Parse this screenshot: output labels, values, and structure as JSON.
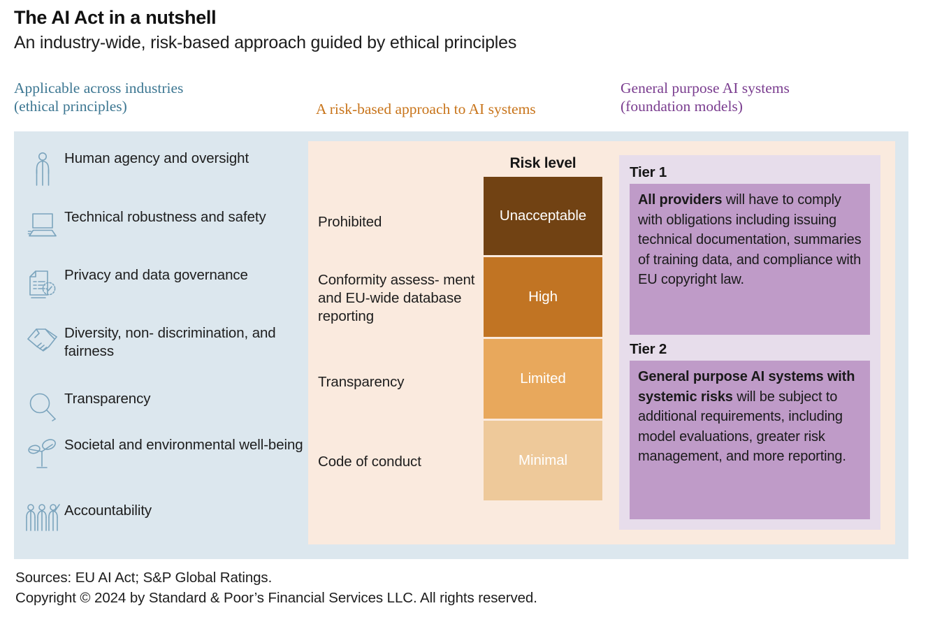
{
  "header": {
    "title": "The AI Act in a nutshell",
    "subtitle": "An industry-wide, risk-based approach guided by ethical principles"
  },
  "captions": {
    "ethics": "Applicable across industries\n(ethical principles)",
    "ethics_color": "#3d7792",
    "risk": "A risk-based approach to AI systems",
    "risk_color": "#c8741a",
    "gpai": "General purpose AI systems\n(foundation models)",
    "gpai_color": "#7a3d8f"
  },
  "principles": {
    "items": [
      {
        "icon": "person-icon",
        "label": "Human agency and\noversight"
      },
      {
        "icon": "laptop-icon",
        "label": "Technical robustness and\nsafety"
      },
      {
        "icon": "document-check-icon",
        "label": "Privacy and data\ngovernance"
      },
      {
        "icon": "handshake-icon",
        "label": "Diversity, non-\ndiscrimination, and fairness"
      },
      {
        "icon": "magnifier-icon",
        "label": "Transparency"
      },
      {
        "icon": "plant-icon",
        "label": "Societal and environmental\nwell-being"
      },
      {
        "icon": "people-group-icon",
        "label": "Accountability"
      }
    ]
  },
  "risk": {
    "column_header": "Risk level",
    "rows": [
      {
        "requirement": "Prohibited",
        "level": "Unacceptable",
        "color": "#714213"
      },
      {
        "requirement": "Conformity assess-\nment and EU-wide\ndatabase reporting",
        "level": "High",
        "color": "#c17423"
      },
      {
        "requirement": "Transparency",
        "level": "Limited",
        "color": "#e8a košt"
      },
      {
        "requirement": "Code of conduct",
        "level": "Minimal",
        "color": "#eec99a"
      }
    ]
  },
  "gpai": {
    "tiers": [
      {
        "heading": "Tier 1",
        "bold_lead": "All providers",
        "body": " will have to comply with obligations including issuing technical documentation, summaries of training data, and compliance with EU copyright law."
      },
      {
        "heading": "Tier 2",
        "bold_lead": "General purpose AI systems with systemic risks",
        "body": " will be subject to additional requirements, including model evaluations, greater risk management, and more reporting."
      }
    ]
  },
  "footer": {
    "sources": "Sources: EU AI Act; S&P Global Ratings.",
    "copyright": "Copyright © 2024 by Standard & Poor’s Financial Services LLC. All rights reserved."
  },
  "palette": {
    "panel_blue": "#dce7ee",
    "panel_cream": "#faeade",
    "panel_purple_outer": "#e7ddeb",
    "panel_purple_inner": "#bf9bc8",
    "icon_blue": "#7ba4bd"
  }
}
